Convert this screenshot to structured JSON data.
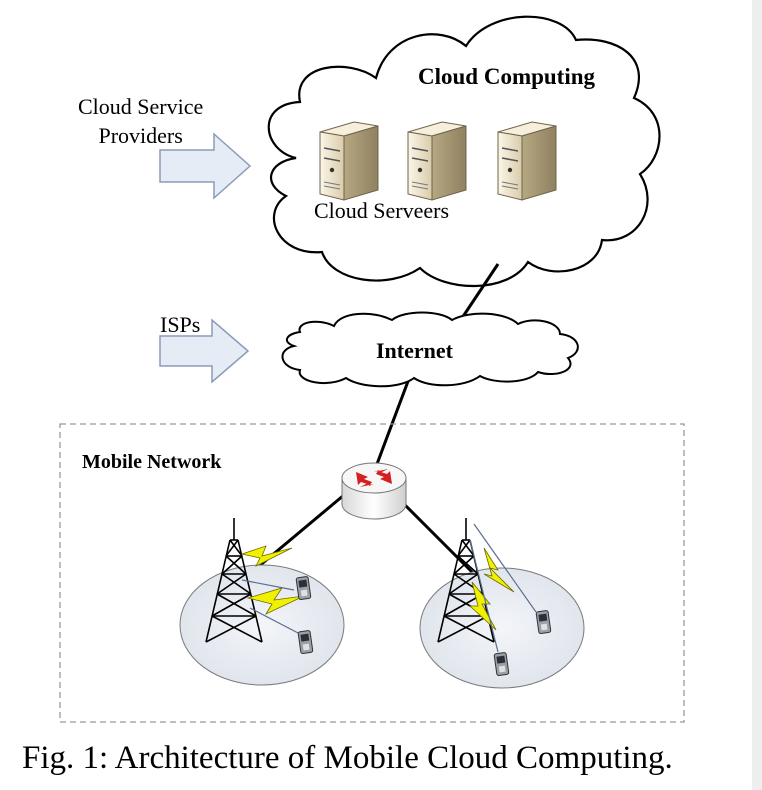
{
  "labels": {
    "cloud_service_providers": "Cloud Service\nProviders",
    "isps": "ISPs",
    "cloud_computing": "Cloud Computing",
    "cloud_servers": "Cloud Serveers",
    "internet": "Internet",
    "mobile_network": "Mobile Network"
  },
  "caption": "Fig. 1: Architecture of Mobile Cloud Computing.",
  "colors": {
    "arrow_fill": "#e6ecf6",
    "arrow_stroke": "#8a9bb8",
    "cell_fill": "#e8ecf2",
    "lightning": "#f0f000",
    "router_arrows": "#d42020",
    "server_body": "#ede3c9",
    "dashed_border": "#999999"
  },
  "icons": {
    "servers": "server-icon",
    "router": "router-icon",
    "towers": "cell-tower-icon",
    "phones": "mobile-phone-icon",
    "links": "lightning-icon"
  }
}
